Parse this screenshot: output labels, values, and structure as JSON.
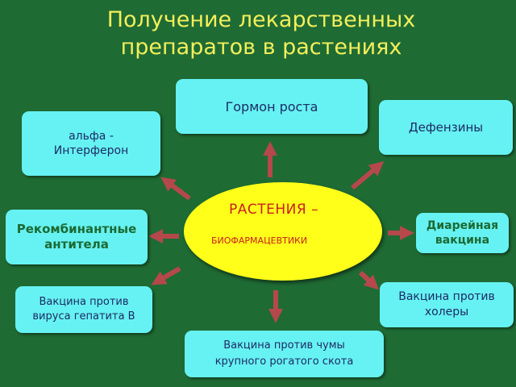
{
  "title": "Получение лекарственных\nпрепаратов в растениях",
  "center": {
    "main": "РАСТЕНИЯ –",
    "sub": "БИОФАРМАЦЕВТИКИ"
  },
  "nodes": {
    "growth_hormone": "Гормон роста",
    "alpha_interferon": "альфа -\nИнтерферон",
    "defensins": "Дефензины",
    "recombinant_antibodies": "Рекомбинантные\nантитела",
    "diarrhea_vaccine": "Диарейная\nвакцина",
    "hepatitis_b_vaccine": "Вакцина против\nвируса гепатита В",
    "cholera_vaccine": "Вакцина против\nхолеры",
    "cattle_plague_vaccine": "Вакцина против чумы\nкрупного рогатого скота"
  },
  "colors": {
    "background": "#1f6b34",
    "title": "#f3ef5a",
    "box": "#66f2f2",
    "center": "#ffff1a",
    "arrow": "#b5484b",
    "center_text": "#c8201c"
  }
}
